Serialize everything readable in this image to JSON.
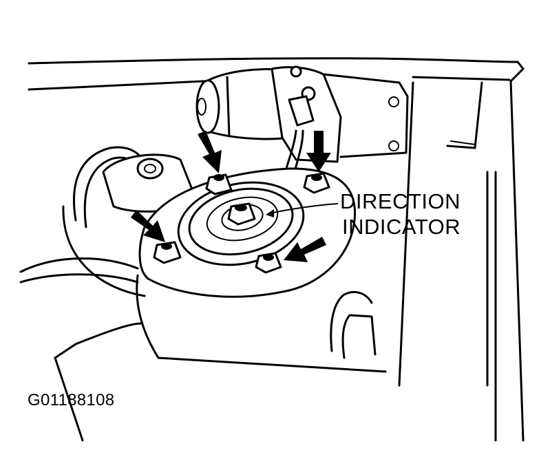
{
  "callout": {
    "line1": "DIRECTION",
    "line2": "INDICATOR"
  },
  "figure_id": "G01188108",
  "colors": {
    "ink": "#000000",
    "paper": "#ffffff"
  }
}
